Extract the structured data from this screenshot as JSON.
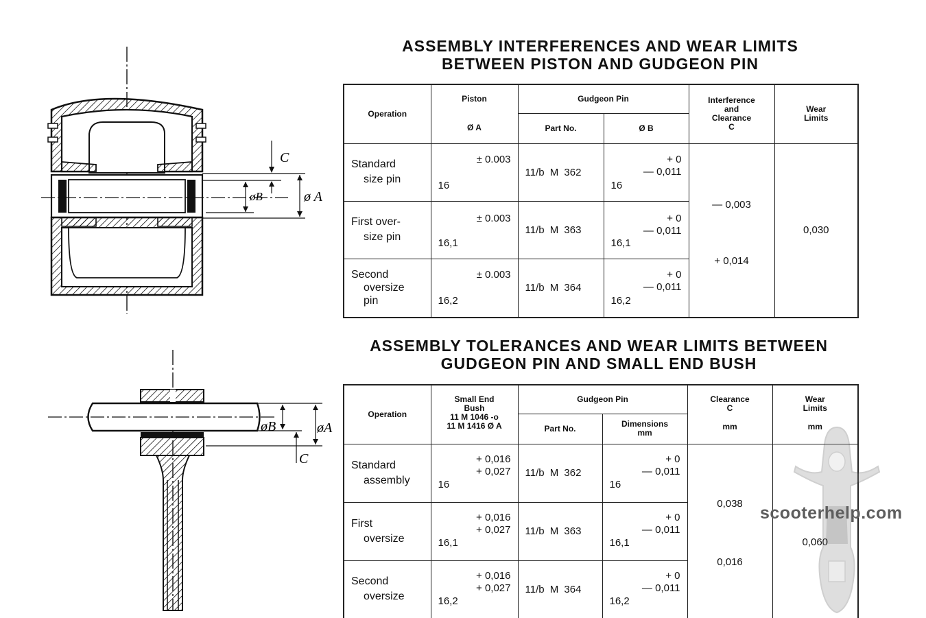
{
  "table1": {
    "title_line1": "ASSEMBLY INTERFERENCES AND WEAR LIMITS",
    "title_line2": "BETWEEN PISTON AND GUDGEON PIN",
    "headers": {
      "operation": "Operation",
      "piston": "Piston",
      "piston_sub": "Ø A",
      "gudgeon_pin": "Gudgeon Pin",
      "part_no": "Part No.",
      "dia_b": "Ø B",
      "interference_l1": "Interference",
      "interference_l2": "and",
      "interference_l3": "Clearance",
      "interference_l4": "C",
      "wear_l1": "Wear",
      "wear_l2": "Limits"
    },
    "rows": [
      {
        "op_l1": "Standard",
        "op_l2": "size pin",
        "op_l3": "",
        "piston_tol": "± 0.003",
        "piston_nom": "16",
        "part": "11/b M 362",
        "pin_tol1": "+ 0",
        "pin_tol2": "— 0,011",
        "pin_nom": "16"
      },
      {
        "op_l1": "First over-",
        "op_l2": "size pin",
        "op_l3": "",
        "piston_tol": "± 0.003",
        "piston_nom": "16,1",
        "part": "11/b M 363",
        "pin_tol1": "+ 0",
        "pin_tol2": "— 0,011",
        "pin_nom": "16,1"
      },
      {
        "op_l1": "Second",
        "op_l2": "oversize",
        "op_l3": "pin",
        "piston_tol": "± 0.003",
        "piston_nom": "16,2",
        "part": "11/b M 364",
        "pin_tol1": "+ 0",
        "pin_tol2": "— 0,011",
        "pin_nom": "16,2"
      }
    ],
    "interference_1": "— 0,003",
    "interference_2": "+ 0,014",
    "wear_limit": "0,030"
  },
  "table2": {
    "title_line1": "ASSEMBLY TOLERANCES AND WEAR LIMITS BETWEEN",
    "title_line2": "GUDGEON PIN AND SMALL END BUSH",
    "headers": {
      "operation": "Operation",
      "bush_l1": "Small End",
      "bush_l2": "Bush",
      "bush_l3": "11 M 1046 -o",
      "bush_l4": "11 M 1416 Ø A",
      "gudgeon_pin": "Gudgeon Pin",
      "part_no": "Part No.",
      "dimensions_l1": "Dimensions",
      "dimensions_l2": "mm",
      "clearance_l1": "Clearance",
      "clearance_l2": "C",
      "clearance_unit": "mm",
      "wear_l1": "Wear",
      "wear_l2": "Limits",
      "wear_unit": "mm"
    },
    "rows": [
      {
        "op_l1": "Standard",
        "op_l2": "assembly",
        "bush_tol1": "+ 0,016",
        "bush_tol2": "+ 0,027",
        "bush_nom": "16",
        "part": "11/b M 362",
        "pin_tol1": "+ 0",
        "pin_tol2": "— 0,011",
        "pin_nom": "16"
      },
      {
        "op_l1": "First",
        "op_l2": "oversize",
        "bush_tol1": "+ 0,016",
        "bush_tol2": "+ 0,027",
        "bush_nom": "16,1",
        "part": "11/b M 363",
        "pin_tol1": "+ 0",
        "pin_tol2": "— 0,011",
        "pin_nom": "16,1"
      },
      {
        "op_l1": "Second",
        "op_l2": "oversize",
        "bush_tol1": "+ 0,016",
        "bush_tol2": "+ 0,027",
        "bush_nom": "16,2",
        "part": "11/b M 364",
        "pin_tol1": "+ 0",
        "pin_tol2": "— 0,011",
        "pin_nom": "16,2"
      }
    ],
    "clearance_1": "0,038",
    "clearance_2": "0,016",
    "wear_limit": "0,060"
  },
  "diagram1": {
    "label_c": "C",
    "label_b": "øB",
    "label_a": "ø A"
  },
  "diagram2": {
    "label_b": "øB",
    "label_a": "øA",
    "label_c": "C"
  },
  "watermark": "scooterhelp.com"
}
